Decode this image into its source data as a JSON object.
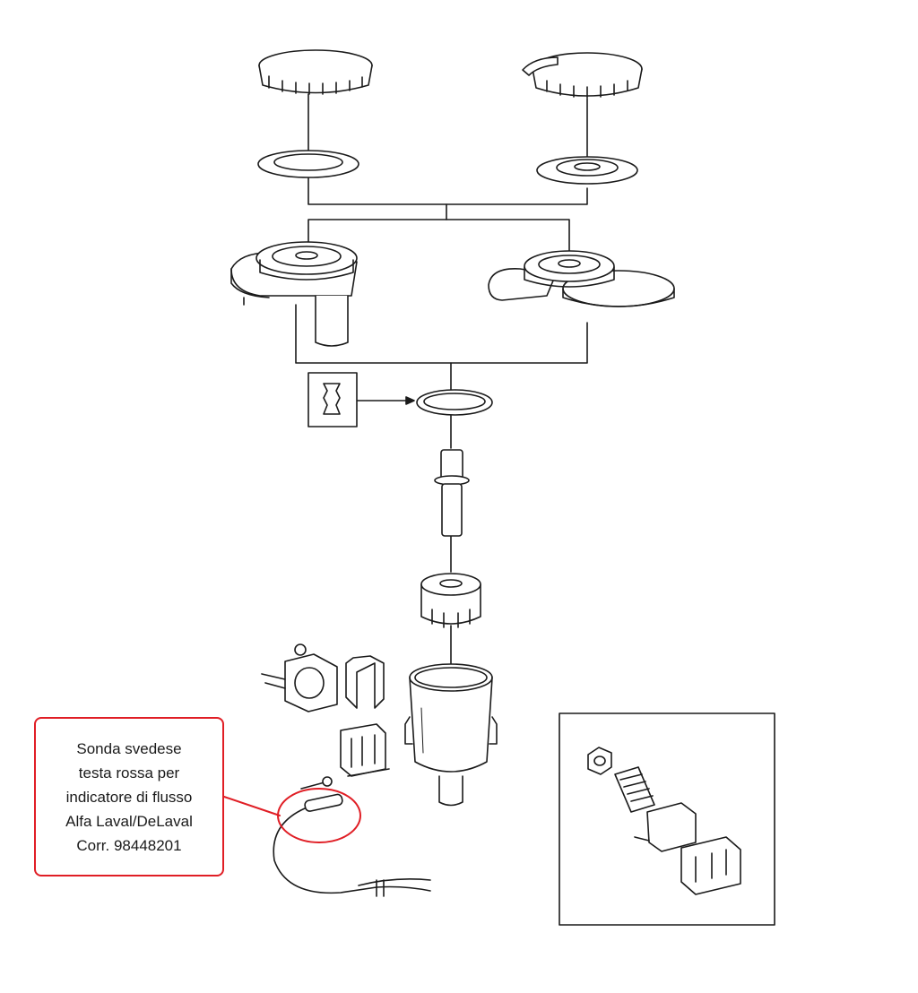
{
  "callout": {
    "lines": [
      "Sonda svedese",
      "testa rossa per",
      "indicatore di flusso",
      "Alfa Laval/DeLaval",
      "Corr. 98448201"
    ]
  },
  "colors": {
    "line": "#1a1a1a",
    "highlight": "#e01e25",
    "background": "#ffffff"
  }
}
